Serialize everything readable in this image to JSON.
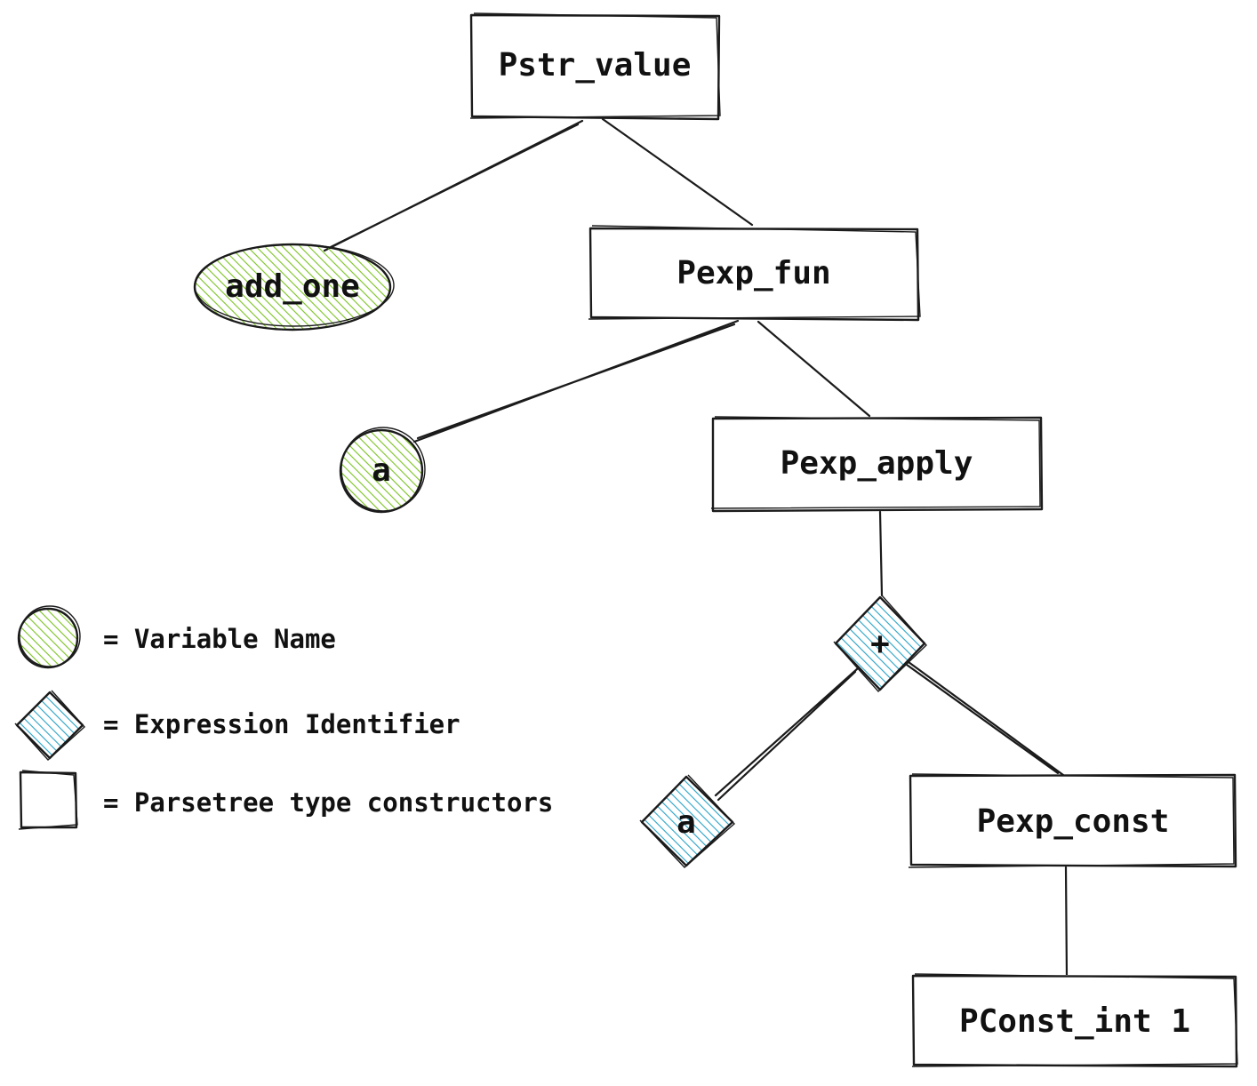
{
  "colors": {
    "variable_hatch": "#7cc322",
    "expression_hatch": "#29a3c6",
    "stroke": "#1b1b1b",
    "background": "#ffffff"
  },
  "nodes": {
    "pstr_value": {
      "label": "Pstr_value",
      "kind": "constructor"
    },
    "add_one": {
      "label": "add_one",
      "kind": "variable"
    },
    "pexp_fun": {
      "label": "Pexp_fun",
      "kind": "constructor"
    },
    "var_a": {
      "label": "a",
      "kind": "variable"
    },
    "pexp_apply": {
      "label": "Pexp_apply",
      "kind": "constructor"
    },
    "plus": {
      "label": "+",
      "kind": "expression"
    },
    "expr_a": {
      "label": "a",
      "kind": "expression"
    },
    "pexp_const": {
      "label": "Pexp_const",
      "kind": "constructor"
    },
    "pconst_int": {
      "label": "PConst_int 1",
      "kind": "constructor"
    }
  },
  "edges": [
    [
      "pstr_value",
      "add_one"
    ],
    [
      "pstr_value",
      "pexp_fun"
    ],
    [
      "pexp_fun",
      "var_a"
    ],
    [
      "pexp_fun",
      "pexp_apply"
    ],
    [
      "pexp_apply",
      "plus"
    ],
    [
      "plus",
      "expr_a"
    ],
    [
      "plus",
      "pexp_const"
    ],
    [
      "pexp_const",
      "pconst_int"
    ]
  ],
  "legend": {
    "variable": "= Variable Name",
    "expression": "= Expression Identifier",
    "constructor": "= Parsetree type constructors"
  }
}
